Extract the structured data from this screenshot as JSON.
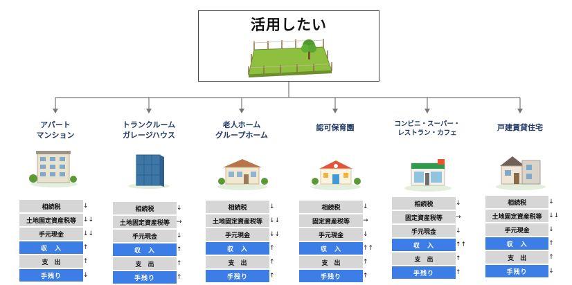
{
  "title": "活用したい",
  "categories": [
    {
      "id": "apartment",
      "label": "アパート\nマンション",
      "rows": [
        {
          "label": "相続税",
          "arrow": "↓",
          "blue": false
        },
        {
          "label": "土地固定資産税等",
          "arrow": "↓↓",
          "blue": false
        },
        {
          "label": "手元現金",
          "arrow": "↓↓",
          "blue": false
        },
        {
          "label": "収　入",
          "arrow": "↑",
          "blue": true
        },
        {
          "label": "支　出",
          "arrow": "↑",
          "blue": false
        },
        {
          "label": "手残り",
          "arrow": "↓",
          "blue": true
        }
      ]
    },
    {
      "id": "trunk-room",
      "label": "トランクルーム\nガレージハウス",
      "rows": [
        {
          "label": "相続税",
          "arrow": "↓",
          "blue": false
        },
        {
          "label": "土地固定資産税等",
          "arrow": "→",
          "blue": false
        },
        {
          "label": "手元現金",
          "arrow": "↓",
          "blue": false
        },
        {
          "label": "収　入",
          "arrow": "↑",
          "blue": true
        },
        {
          "label": "支　出",
          "arrow": "↑",
          "blue": false
        },
        {
          "label": "手残り",
          "arrow": "↑",
          "blue": true
        }
      ]
    },
    {
      "id": "nursing-home",
      "label": "老人ホーム\nグループホーム",
      "rows": [
        {
          "label": "相続税",
          "arrow": "↓",
          "blue": false
        },
        {
          "label": "土地固定資産税等",
          "arrow": "↓↓",
          "blue": false
        },
        {
          "label": "手元現金",
          "arrow": "↓↓",
          "blue": false
        },
        {
          "label": "収　入",
          "arrow": "↑",
          "blue": true
        },
        {
          "label": "支　出",
          "arrow": "↑",
          "blue": false
        },
        {
          "label": "手残り",
          "arrow": "↑",
          "blue": true
        }
      ]
    },
    {
      "id": "nursery",
      "label": "認可保育園",
      "rows": [
        {
          "label": "相続税",
          "arrow": "↓",
          "blue": false
        },
        {
          "label": "固定資産税等",
          "arrow": "→",
          "blue": false
        },
        {
          "label": "手元現金",
          "arrow": "↓",
          "blue": false
        },
        {
          "label": "収　入",
          "arrow": "↑↑",
          "blue": true
        },
        {
          "label": "支　出",
          "arrow": "↑",
          "blue": false
        },
        {
          "label": "手残り",
          "arrow": "↑",
          "blue": true
        }
      ]
    },
    {
      "id": "convenience-store",
      "label": "コンビニ・スーパー・\nレストラン・カフェ",
      "rows": [
        {
          "label": "相続税",
          "arrow": "↓",
          "blue": false
        },
        {
          "label": "固定資産税等",
          "arrow": "→",
          "blue": false
        },
        {
          "label": "手元現金",
          "arrow": "↓",
          "blue": false
        },
        {
          "label": "収　入",
          "arrow": "↑↑",
          "blue": true
        },
        {
          "label": "支　出",
          "arrow": "↑",
          "blue": false
        },
        {
          "label": "手残り",
          "arrow": "↑",
          "blue": true
        }
      ]
    },
    {
      "id": "rental-house",
      "label": "戸建賃貸住宅",
      "rows": [
        {
          "label": "相続税",
          "arrow": "↓",
          "blue": false
        },
        {
          "label": "土地固定資産税等",
          "arrow": "↓↓",
          "blue": false
        },
        {
          "label": "手元現金",
          "arrow": "↓",
          "blue": false
        },
        {
          "label": "収　入",
          "arrow": "↑",
          "blue": true
        },
        {
          "label": "支　出",
          "arrow": "↑",
          "blue": false
        },
        {
          "label": "手残り",
          "arrow": "↓",
          "blue": true
        }
      ]
    }
  ],
  "colors": {
    "label_text": "#1f3864",
    "row_gray": "#d6d6d6",
    "row_blue": "#3d7ee6",
    "connector": "#777777"
  }
}
